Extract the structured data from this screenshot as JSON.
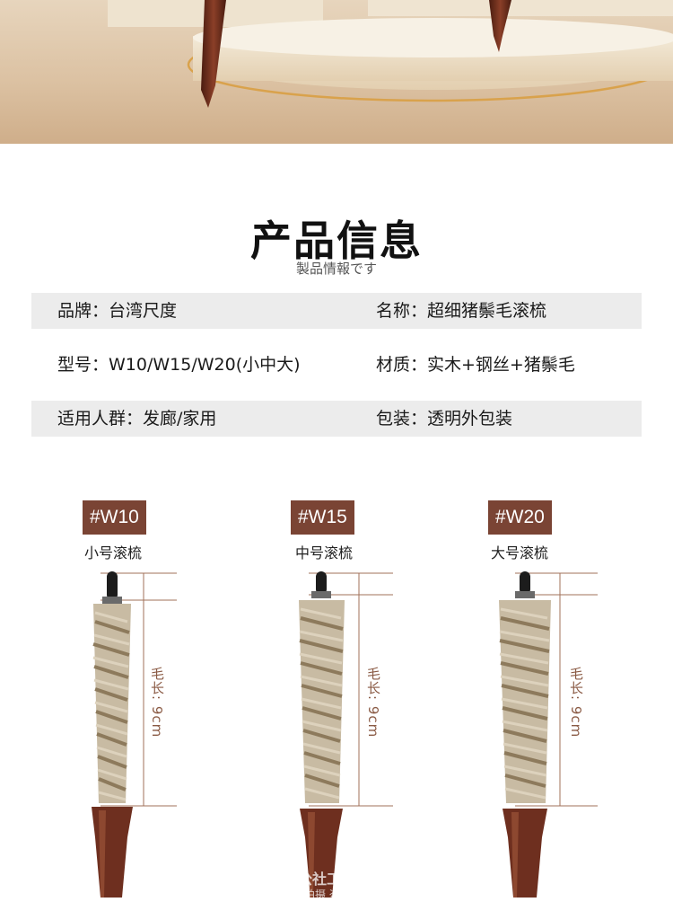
{
  "header": {
    "title": "产品信息",
    "subtitle": "製品情報です"
  },
  "info_rows": [
    {
      "left": "品牌：台湾尺度",
      "right": "名称：超细猪鬃毛滚梳"
    },
    {
      "left": "型号：W10/W15/W20(小中大)",
      "right": "材质：实木+钢丝+猪鬃毛"
    },
    {
      "left": "适用人群：发廊/家用",
      "right": "包装：透明外包装"
    }
  ],
  "products": [
    {
      "badge": "#W10",
      "caption": "小号滚梳",
      "bristle_length": "毛长: 9cm"
    },
    {
      "badge": "#W15",
      "caption": "中号滚梳",
      "bristle_length": "毛长: 9cm"
    },
    {
      "badge": "#W20",
      "caption": "大号滚梳",
      "bristle_length": "毛长: 9cm"
    }
  ],
  "watermark": {
    "line1": "株式公社工具店",
    "line2": "实物拍摄 盗图必究"
  },
  "colors": {
    "badge_bg": "#7a4434",
    "dimension_line": "#a0705a",
    "hero_bg": "#dcc2a3",
    "handle_wood": "#6e2f1f",
    "bristle": "#c8bba3"
  }
}
